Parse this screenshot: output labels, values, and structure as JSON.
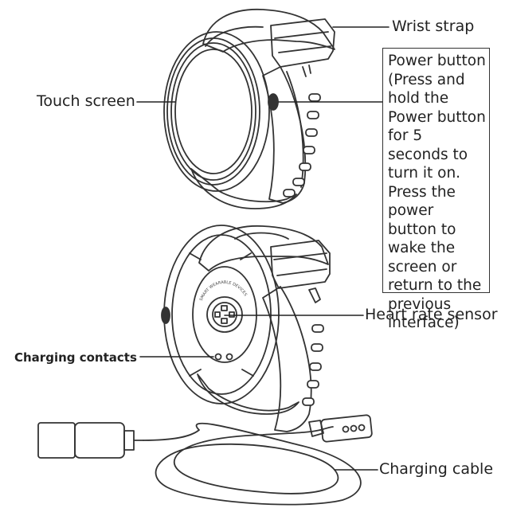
{
  "labels": {
    "wrist_strap": "Wrist strap",
    "touch_screen": "Touch screen",
    "power_button_desc": "Power button (Press and hold the Power button for 5 seconds to turn it on. Press the power button to wake the screen or return to the previous interface)",
    "heart_rate_sensor": "Heart rate sensor",
    "charging_contacts": "Charging contacts",
    "charging_cable": "Charging cable"
  },
  "sensor_ring_text": "SMART WEARABLE DEVICES"
}
